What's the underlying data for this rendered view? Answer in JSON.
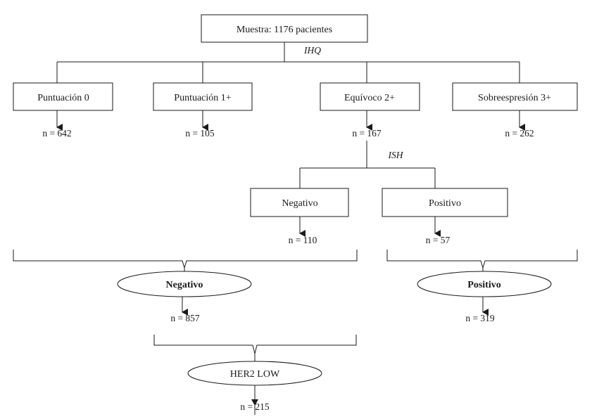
{
  "root": {
    "label": "Muestra: 1176 pacientes"
  },
  "methods": {
    "first": "IHQ",
    "second": "ISH"
  },
  "ihq_groups": [
    {
      "label": "Puntuación 0",
      "count": "n = 642"
    },
    {
      "label": "Puntuación 1+",
      "count": "n = 105"
    },
    {
      "label": "Equívoco 2+",
      "count": "n = 167"
    },
    {
      "label": "Sobreespresión 3+",
      "count": "n = 262"
    }
  ],
  "ish_groups": [
    {
      "label": "Negativo",
      "count": "n = 110"
    },
    {
      "label": "Positivo",
      "count": "n = 57"
    }
  ],
  "final_groups": [
    {
      "label": "Negativo",
      "count": "n = 857"
    },
    {
      "label": "Positivo",
      "count": "n = 319"
    }
  ],
  "her2_low": {
    "label": "HER2 LOW",
    "count": "n = 215"
  }
}
